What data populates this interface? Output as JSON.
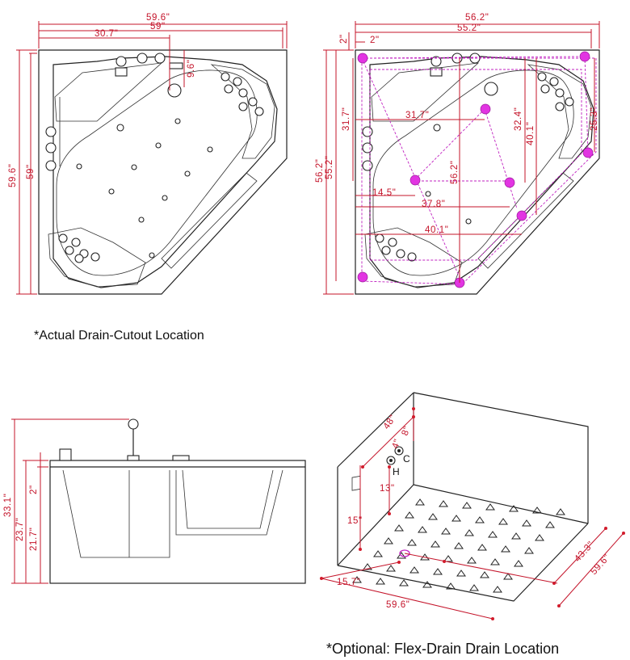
{
  "captions": {
    "drain_cutout": "*Actual Drain-Cutout Location",
    "flex_drain": "*Optional: Flex-Drain Drain Location"
  },
  "top_left": {
    "width_outer": "59.6\"",
    "width_inner": "59\"",
    "faucet_offset": "30.7\"",
    "drain_offset": "9.6\"",
    "height_outer": "59.6\"",
    "height_inner": "59\""
  },
  "top_right": {
    "width_outer": "56.2\"",
    "width_inner": "55.2\"",
    "edge_v": "2\"",
    "edge_h": "2\"",
    "d_31_7_h": "31.7\"",
    "d_31_7_v": "31.7\"",
    "d_32_4": "32.4\"",
    "d_25_3": "25.3\"",
    "d_40_1_v": "40.1\"",
    "d_56_2_v": "56.2\"",
    "d_55_2_v": "55.2\"",
    "d_56_2_c": "56.2\"",
    "d_14_5": "14.5\"",
    "d_37_8": "37.8\"",
    "d_40_1_h": "40.1\""
  },
  "side_view": {
    "total_height": "33.1\"",
    "rim_height": "23.7\"",
    "inner_height": "21.7\"",
    "rim_thickness": "2\""
  },
  "room_view": {
    "d_48": "48\"",
    "d_8": "8\"",
    "d_4": "4\"",
    "label_c": "C",
    "label_h": "H",
    "d_13": "13\"",
    "d_15": "15\"",
    "d_15_7": "15.7\"",
    "d_59_6_front": "59.6\"",
    "d_43_3": "43.3\"",
    "d_59_6_side": "59.6\""
  },
  "colors": {
    "dimension": "#c4142a",
    "drain_marker": "#e234e2",
    "outline": "#222222"
  }
}
